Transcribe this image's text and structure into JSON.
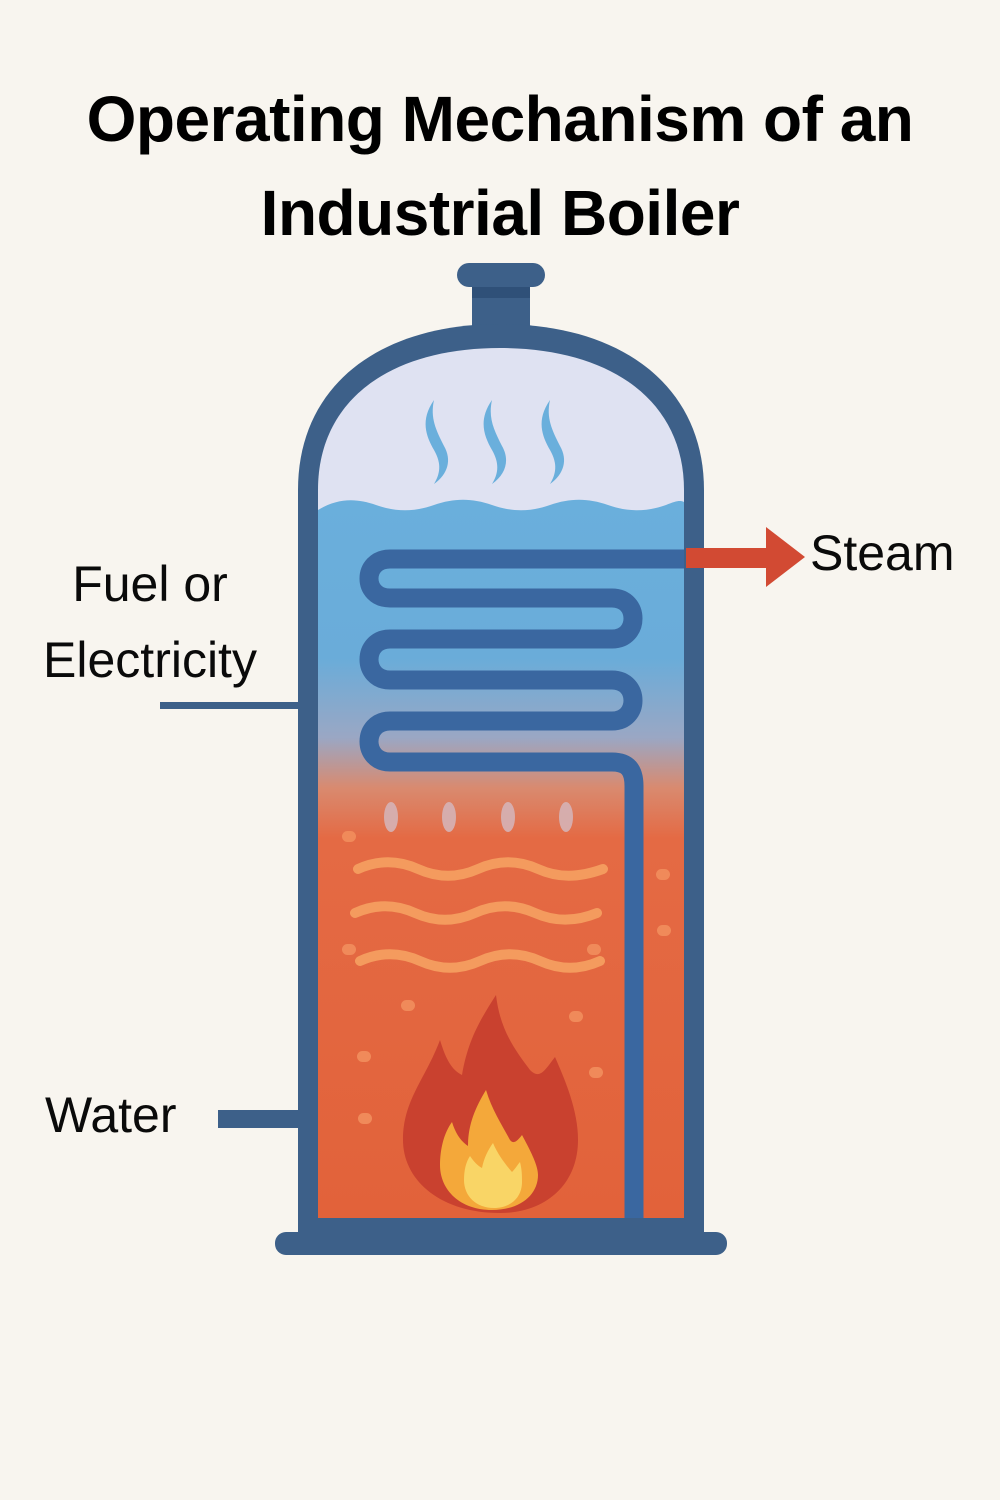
{
  "title": {
    "line1": "Operating Mechanism of an",
    "line2": "Industrial Boiler"
  },
  "labels": {
    "fuel_line1": "Fuel or",
    "fuel_line2": "Electricity",
    "water": "Water",
    "steam": "Steam"
  },
  "icons": {
    "steam_wisps": "steam-wisp-icon",
    "flame": "flame-icon",
    "arrow": "arrow-right-icon"
  },
  "colors": {
    "background": "#f8f5ef",
    "shell": "#3d6089",
    "steam_space": "#dfe2f2",
    "water": "#6aafdc",
    "hot_zone": "#e2623a",
    "coil": "#3a67a0",
    "steam_arrow": "#d24a33",
    "flame_outer": "#c9412f",
    "flame_mid": "#f4a83a",
    "flame_inner": "#f9d566",
    "heat_waves": "#f49b5e",
    "steam_wisps": "#6aafdc"
  }
}
